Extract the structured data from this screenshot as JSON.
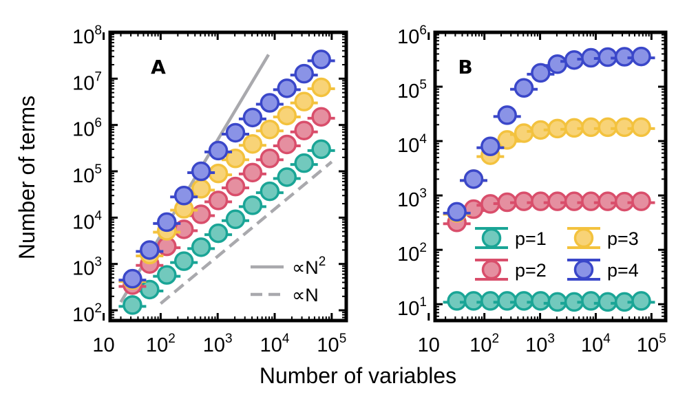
{
  "figure": {
    "xlabel": "Number of variables",
    "ylabel": "Number of terms"
  },
  "colors": {
    "p1_fill": "#72c9bd",
    "p1_edge": "#1aa596",
    "p2_fill": "#e58fa0",
    "p2_edge": "#d94e6b",
    "p3_fill": "#f8d377",
    "p3_edge": "#f3c23e",
    "p4_fill": "#8a93e6",
    "p4_edge": "#3a47c9",
    "guide": "#a9a9ad"
  },
  "chart_data": [
    {
      "type": "scatter",
      "panel_label": "A",
      "x_scale": "log",
      "y_scale": "log",
      "xlim": [
        13,
        180000
      ],
      "ylim": [
        60,
        100000000
      ],
      "x_ticks": [
        {
          "value": 10,
          "base": "10",
          "exp": ""
        },
        {
          "value": 100,
          "base": "10",
          "exp": "2"
        },
        {
          "value": 1000,
          "base": "10",
          "exp": "3"
        },
        {
          "value": 10000,
          "base": "10",
          "exp": "4"
        },
        {
          "value": 100000,
          "base": "10",
          "exp": "5"
        }
      ],
      "y_ticks": [
        {
          "value": 100,
          "base": "10",
          "exp": "2"
        },
        {
          "value": 1000,
          "base": "10",
          "exp": "3"
        },
        {
          "value": 10000,
          "base": "10",
          "exp": "4"
        },
        {
          "value": 100000,
          "base": "10",
          "exp": "5"
        },
        {
          "value": 1000000,
          "base": "10",
          "exp": "6"
        },
        {
          "value": 10000000,
          "base": "10",
          "exp": "7"
        },
        {
          "value": 100000000,
          "base": "10",
          "exp": "8"
        }
      ],
      "x": [
        32,
        64,
        128,
        256,
        512,
        1024,
        2048,
        4096,
        8192,
        16384,
        32768,
        65536
      ],
      "series": [
        {
          "name": "p=1",
          "color_key": "p1",
          "values": [
            130,
            280,
            580,
            1150,
            2300,
            4600,
            9200,
            18500,
            37000,
            75000,
            150000,
            300000
          ]
        },
        {
          "name": "p=2",
          "color_key": "p2",
          "values": [
            350,
            1000,
            2400,
            5600,
            11800,
            23500,
            47000,
            94000,
            190000,
            380000,
            760000,
            1500000
          ]
        },
        {
          "name": "p=3",
          "color_key": "p3",
          "values": [
            450,
            1600,
            5200,
            15500,
            42000,
            90000,
            190000,
            390000,
            800000,
            1600000,
            3200000,
            6500000
          ]
        },
        {
          "name": "p=4",
          "color_key": "p4",
          "values": [
            480,
            2000,
            8000,
            30000,
            100000,
            280000,
            680000,
            1450000,
            3000000,
            6200000,
            12800000,
            26000000
          ]
        }
      ],
      "guides": [
        {
          "label": "∝N",
          "label_exp": "2",
          "style": "solid",
          "x": [
            20,
            7800
          ],
          "y": [
            150,
            33000000
          ]
        },
        {
          "label": "∝N",
          "label_exp": "",
          "style": "dashed",
          "x": [
            100,
            100000
          ],
          "y": [
            140,
            160000
          ]
        }
      ],
      "legend": "lower-right"
    },
    {
      "type": "scatter",
      "panel_label": "B",
      "x_scale": "log",
      "y_scale": "log",
      "xlim": [
        13,
        180000
      ],
      "ylim": [
        5,
        1000000
      ],
      "x_ticks": [
        {
          "value": 10,
          "base": "10",
          "exp": ""
        },
        {
          "value": 100,
          "base": "10",
          "exp": "2"
        },
        {
          "value": 1000,
          "base": "10",
          "exp": "3"
        },
        {
          "value": 10000,
          "base": "10",
          "exp": "4"
        },
        {
          "value": 100000,
          "base": "10",
          "exp": "5"
        }
      ],
      "y_ticks": [
        {
          "value": 10,
          "base": "10",
          "exp": "1"
        },
        {
          "value": 100,
          "base": "10",
          "exp": "2"
        },
        {
          "value": 1000,
          "base": "10",
          "exp": "3"
        },
        {
          "value": 10000,
          "base": "10",
          "exp": "4"
        },
        {
          "value": 100000,
          "base": "10",
          "exp": "5"
        },
        {
          "value": 1000000,
          "base": "10",
          "exp": "6"
        }
      ],
      "x": [
        32,
        64,
        128,
        256,
        512,
        1024,
        2048,
        4096,
        8192,
        16384,
        32768,
        65536
      ],
      "series": [
        {
          "name": "p=1",
          "color_key": "p1",
          "values": [
            11.5,
            11.5,
            11.5,
            11.5,
            11.5,
            11.5,
            11,
            11,
            11.5,
            11,
            11,
            11.5
          ]
        },
        {
          "name": "p=2",
          "color_key": "p2",
          "values": [
            320,
            560,
            700,
            750,
            780,
            780,
            780,
            780,
            780,
            780,
            770,
            780
          ]
        },
        {
          "name": "p=3",
          "color_key": "p3",
          "values": [
            480,
            2000,
            5500,
            10500,
            14000,
            16000,
            17000,
            17500,
            18000,
            18000,
            18000,
            18000
          ]
        },
        {
          "name": "p=4",
          "color_key": "p4",
          "values": [
            500,
            2000,
            8000,
            30000,
            95000,
            180000,
            260000,
            310000,
            340000,
            350000,
            355000,
            360000
          ]
        }
      ],
      "legend": "center-right"
    }
  ]
}
